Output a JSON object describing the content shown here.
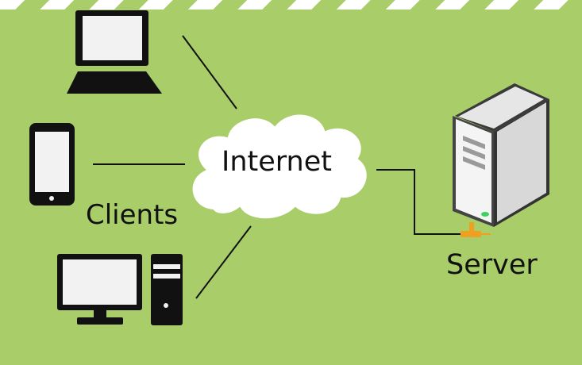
{
  "diagram": {
    "cloud_label": "Internet",
    "clients_label": "Clients",
    "server_label": "Server"
  },
  "colors": {
    "background": "#a8cd69",
    "device_dark": "#111111",
    "screen_fill": "#f2f2f2",
    "cloud_fill": "#ffffff",
    "connector": "#f0a020",
    "server_led": "#3bd35b"
  },
  "nodes": [
    {
      "id": "laptop",
      "icon": "laptop-icon"
    },
    {
      "id": "phone",
      "icon": "smartphone-icon"
    },
    {
      "id": "desktop",
      "icon": "desktop-computer-icon"
    },
    {
      "id": "cloud",
      "icon": "cloud-icon"
    },
    {
      "id": "server",
      "icon": "server-tower-icon"
    }
  ],
  "edges": [
    {
      "from": "laptop",
      "to": "cloud"
    },
    {
      "from": "phone",
      "to": "cloud"
    },
    {
      "from": "desktop",
      "to": "cloud"
    },
    {
      "from": "cloud",
      "to": "server"
    }
  ]
}
